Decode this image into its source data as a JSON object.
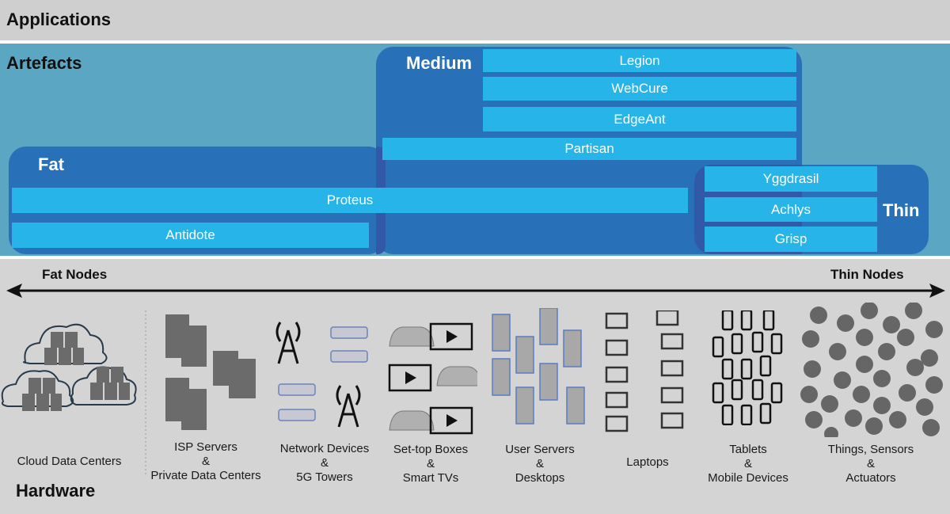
{
  "applications": {
    "title": "Applications"
  },
  "artefacts": {
    "title": "Artefacts",
    "groups": {
      "fat": {
        "label": "Fat"
      },
      "medium": {
        "label": "Medium"
      },
      "thin": {
        "label": "Thin"
      }
    },
    "bars": {
      "legion": "Legion",
      "webcure": "WebCure",
      "edgeant": "EdgeAnt",
      "partisan": "Partisan",
      "proteus": "Proteus",
      "antidote": "Antidote",
      "yggdrasil": "Yggdrasil",
      "achlys": "Achlys",
      "grisp": "Grisp"
    }
  },
  "hardware": {
    "title": "Hardware",
    "axis": {
      "left": "Fat Nodes",
      "right": "Thin Nodes"
    },
    "categories": [
      {
        "line1": "Cloud Data Centers",
        "line2": "",
        "line3": ""
      },
      {
        "line1": "ISP Servers",
        "line2": "&",
        "line3": "Private Data Centers"
      },
      {
        "line1": "Network Devices",
        "line2": "&",
        "line3": "5G Towers"
      },
      {
        "line1": "Set-top Boxes",
        "line2": "&",
        "line3": "Smart TVs"
      },
      {
        "line1": "User Servers",
        "line2": "&",
        "line3": "Desktops"
      },
      {
        "line1": "Laptops",
        "line2": "",
        "line3": ""
      },
      {
        "line1": "Tablets",
        "line2": "&",
        "line3": "Mobile Devices"
      },
      {
        "line1": "Things, Sensors",
        "line2": "&",
        "line3": "Actuators"
      }
    ]
  },
  "colors": {
    "applications_bg": "#cfcfcf",
    "artefacts_bg": "#5ba6c2",
    "group_bg": "#2870b8",
    "bar_bg": "#27b4e8",
    "hardware_bg": "#d4d4d4"
  }
}
